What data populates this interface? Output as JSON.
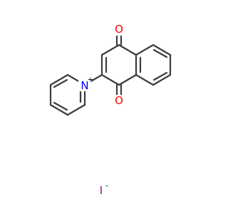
{
  "molecule": {
    "atoms": {
      "oxygen_top": "O",
      "oxygen_bottom": "O",
      "nitrogen": "N",
      "nitrogen_charge": "+",
      "iodide": "I",
      "iodide_charge": "-"
    },
    "colors": {
      "bond": "#3c3c3c",
      "oxygen": "#ff0000",
      "nitrogen": "#0000ff",
      "iodine": "#940094",
      "charge": "#000000"
    }
  }
}
